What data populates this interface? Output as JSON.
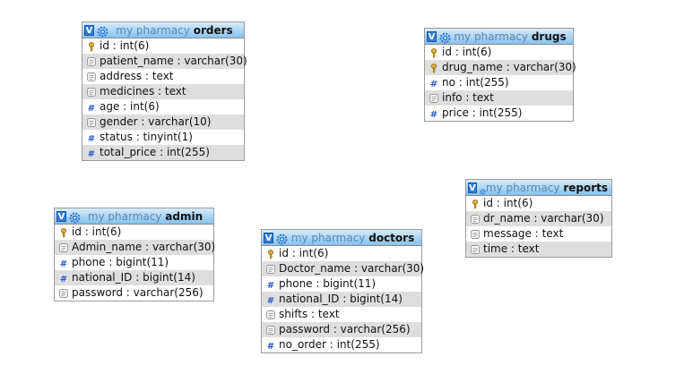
{
  "tables": [
    {
      "id": "orders",
      "db": "my pharmacy",
      "name": "orders",
      "cols": [
        {
          "text": "id : int(6)",
          "icon": "key"
        },
        {
          "text": "patient_name : varchar(30)",
          "icon": "text"
        },
        {
          "text": "address : text",
          "icon": "text"
        },
        {
          "text": "medicines : text",
          "icon": "text"
        },
        {
          "text": "age : int(6)",
          "icon": "number"
        },
        {
          "text": "gender : varchar(10)",
          "icon": "text"
        },
        {
          "text": "status : tinyint(1)",
          "icon": "number"
        },
        {
          "text": "total_price : int(255)",
          "icon": "number"
        }
      ]
    },
    {
      "id": "drugs",
      "db": "my pharmacy",
      "name": "drugs",
      "cols": [
        {
          "text": "id : int(6)",
          "icon": "key"
        },
        {
          "text": "drug_name : varchar(30)",
          "icon": "key"
        },
        {
          "text": "no : int(255)",
          "icon": "number"
        },
        {
          "text": "info : text",
          "icon": "text"
        },
        {
          "text": "price : int(255)",
          "icon": "number"
        }
      ]
    },
    {
      "id": "reports",
      "db": "my pharmacy",
      "name": "reports",
      "cols": [
        {
          "text": "id : int(6)",
          "icon": "key"
        },
        {
          "text": "dr_name : varchar(30)",
          "icon": "text"
        },
        {
          "text": "message : text",
          "icon": "text"
        },
        {
          "text": "time : text",
          "icon": "text"
        }
      ]
    },
    {
      "id": "admin",
      "db": "my pharmacy",
      "name": "admin",
      "cols": [
        {
          "text": "id : int(6)",
          "icon": "key"
        },
        {
          "text": "Admin_name : varchar(30)",
          "icon": "text"
        },
        {
          "text": "phone : bigint(11)",
          "icon": "number"
        },
        {
          "text": "national_ID : bigint(14)",
          "icon": "number"
        },
        {
          "text": "password : varchar(256)",
          "icon": "text"
        }
      ]
    },
    {
      "id": "doctors",
      "db": "my pharmacy",
      "name": "doctors",
      "cols": [
        {
          "text": "id : int(6)",
          "icon": "key"
        },
        {
          "text": "Doctor_name : varchar(30)",
          "icon": "text"
        },
        {
          "text": "phone : bigint(11)",
          "icon": "number"
        },
        {
          "text": "national_ID : bigint(14)",
          "icon": "number"
        },
        {
          "text": "shifts : text",
          "icon": "text"
        },
        {
          "text": "password : varchar(256)",
          "icon": "text"
        },
        {
          "text": "no_order : int(255)",
          "icon": "number"
        }
      ]
    }
  ],
  "colors": {
    "header": "#a9d4f4",
    "toggle": "#2f7bd6",
    "db_name": "#5b87b4",
    "alt_row": "#dedede"
  }
}
